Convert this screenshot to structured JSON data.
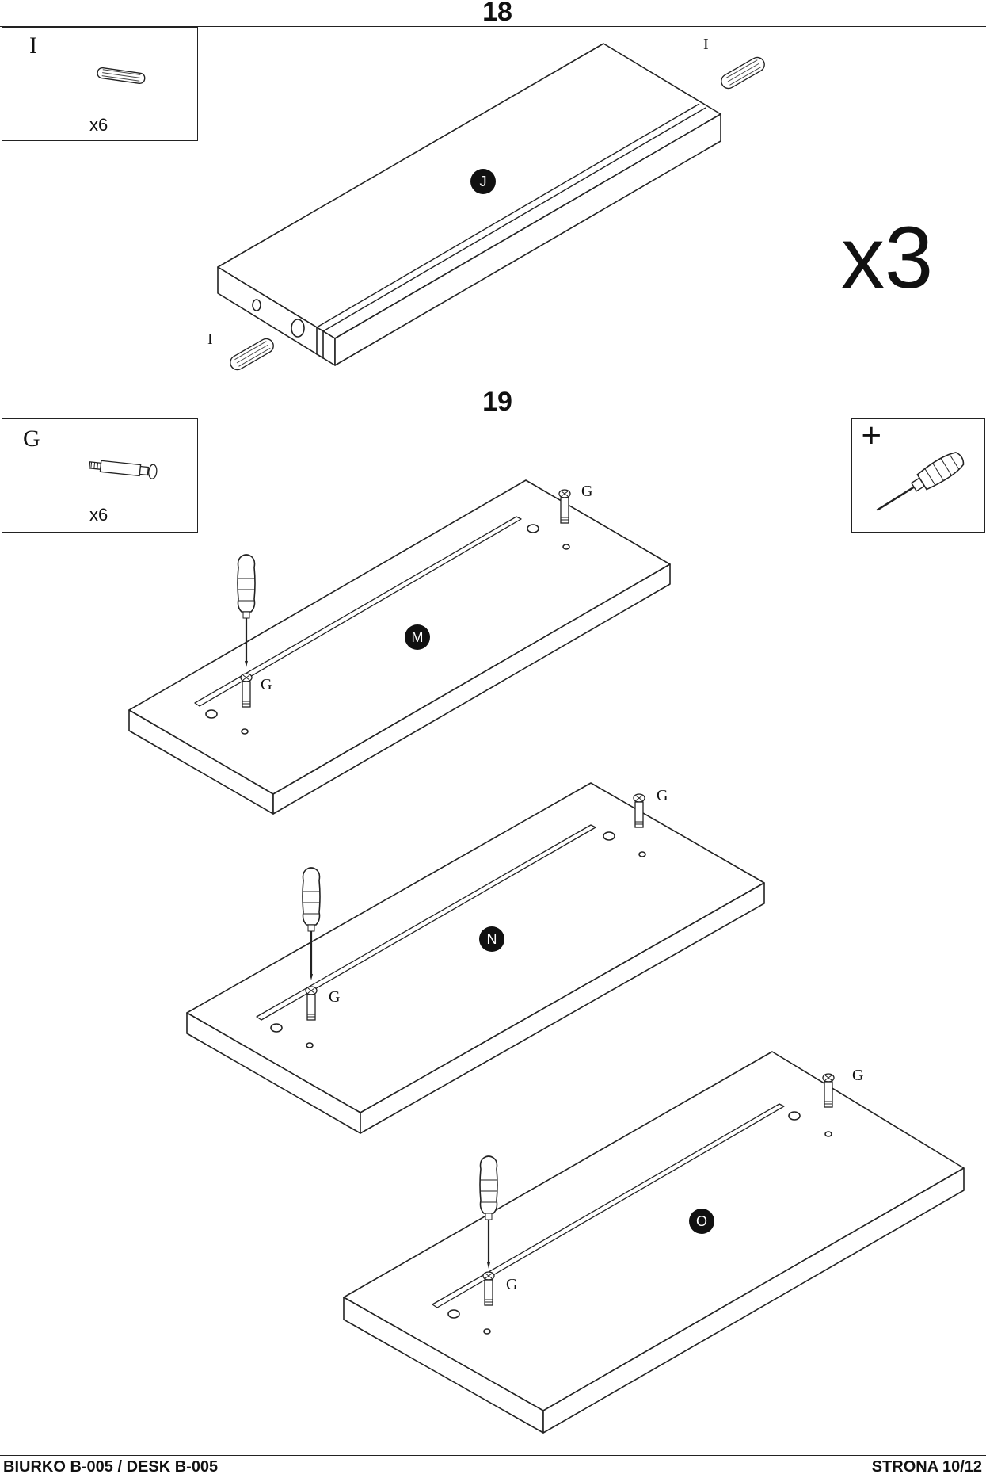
{
  "step18": {
    "number": "18",
    "part_box": {
      "letter": "I",
      "quantity": "x6"
    },
    "multiplier": "x3",
    "panel_badge": "J",
    "dowel_labels": [
      "I",
      "I"
    ]
  },
  "step19": {
    "number": "19",
    "part_box": {
      "letter": "G",
      "quantity": "x6"
    },
    "tool_box": {
      "symbol": "+",
      "tool": "screwdriver-icon"
    },
    "panels": [
      {
        "badge": "M",
        "labels": [
          "G",
          "G"
        ]
      },
      {
        "badge": "N",
        "labels": [
          "G",
          "G"
        ]
      },
      {
        "badge": "O",
        "labels": [
          "G",
          "G"
        ]
      }
    ]
  },
  "footer": {
    "left": "BIURKO B-005 / DESK B-005",
    "right": "STRONA 10/12"
  }
}
